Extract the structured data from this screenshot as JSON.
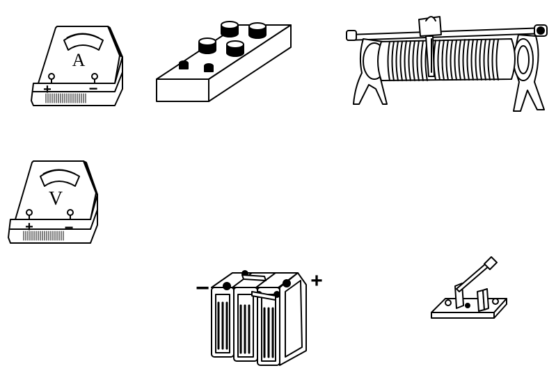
{
  "figure": {
    "stroke_color": "#000000",
    "fill_color": "#ffffff",
    "components": [
      {
        "id": "ammeter",
        "icon": "ammeter-icon",
        "face_label": "A",
        "plus_label": "+",
        "minus_label": "−"
      },
      {
        "id": "resistance_box",
        "icon": "resistance-box-icon",
        "knob_count": 4,
        "terminal_count": 2
      },
      {
        "id": "rheostat",
        "icon": "sliding-rheostat-icon"
      },
      {
        "id": "voltmeter",
        "icon": "voltmeter-icon",
        "face_label": "V",
        "plus_label": "+",
        "minus_label": "−"
      },
      {
        "id": "battery",
        "icon": "battery-pack-icon",
        "cell_count": 3,
        "plus_label": "+",
        "minus_label": "−"
      },
      {
        "id": "switch",
        "icon": "knife-switch-icon"
      }
    ]
  }
}
